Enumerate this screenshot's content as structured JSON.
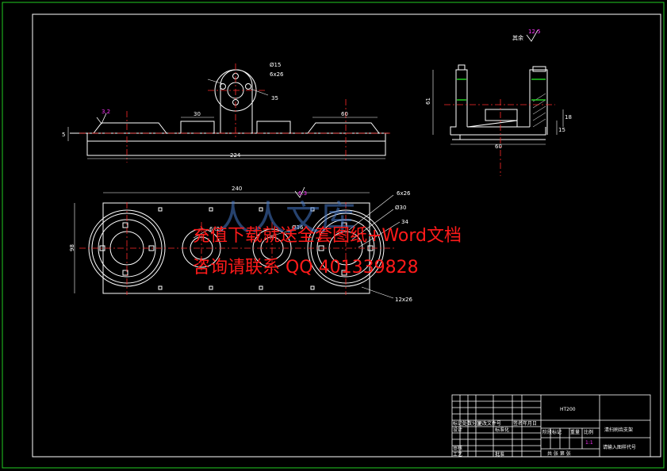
{
  "colors": {
    "background": "#000000",
    "border_outer": "#22cc22",
    "line": "#ffffff",
    "centerline": "#ff2a2a",
    "dimension": "#ffff66",
    "roughness": "#ff33ff",
    "watermark": "#ff1a1a"
  },
  "front_view": {
    "dim_overall_width": "224",
    "dim_flange": "60",
    "dim_slot": "30",
    "dim_height": "5",
    "roughness": "3.2",
    "hub_label_1": "Ø15",
    "hub_label_2": "6x26",
    "hub_label_3": "35"
  },
  "side_view": {
    "dim_height": "61",
    "dim_width": "60",
    "dim_a": "18",
    "dim_b": "15",
    "roughness": "12.5",
    "roughness_note": "其余"
  },
  "top_view": {
    "dim_length": "240",
    "dim_width": "98",
    "roughness": "6.3",
    "label_1": "6x26",
    "label_2": "Ø30",
    "label_3": "34",
    "label_4": "6x26",
    "label_5": "Ø36",
    "label_6": "12x26"
  },
  "watermark": {
    "line1": "充值下载就送全套图纸+Word文档",
    "line2": "咨询请联系 QQ 401339828",
    "logo": "人人文库"
  },
  "title_block": {
    "material": "HT200",
    "part_name": "清扫刷齿支架",
    "drawing_code": "请输入图样代号",
    "rev_header_1": "标记处数分区",
    "rev_header_2": "更改文件号",
    "rev_header_3": "签名",
    "rev_header_4": "年月日",
    "design": "设计",
    "standard": "标准化",
    "review": "审核",
    "process": "工艺",
    "approve": "批准",
    "stage_mark": "阶段标记",
    "weight": "重量",
    "scale": "比例",
    "scale_value": "1:1",
    "sheets": "共 张 第 张"
  }
}
